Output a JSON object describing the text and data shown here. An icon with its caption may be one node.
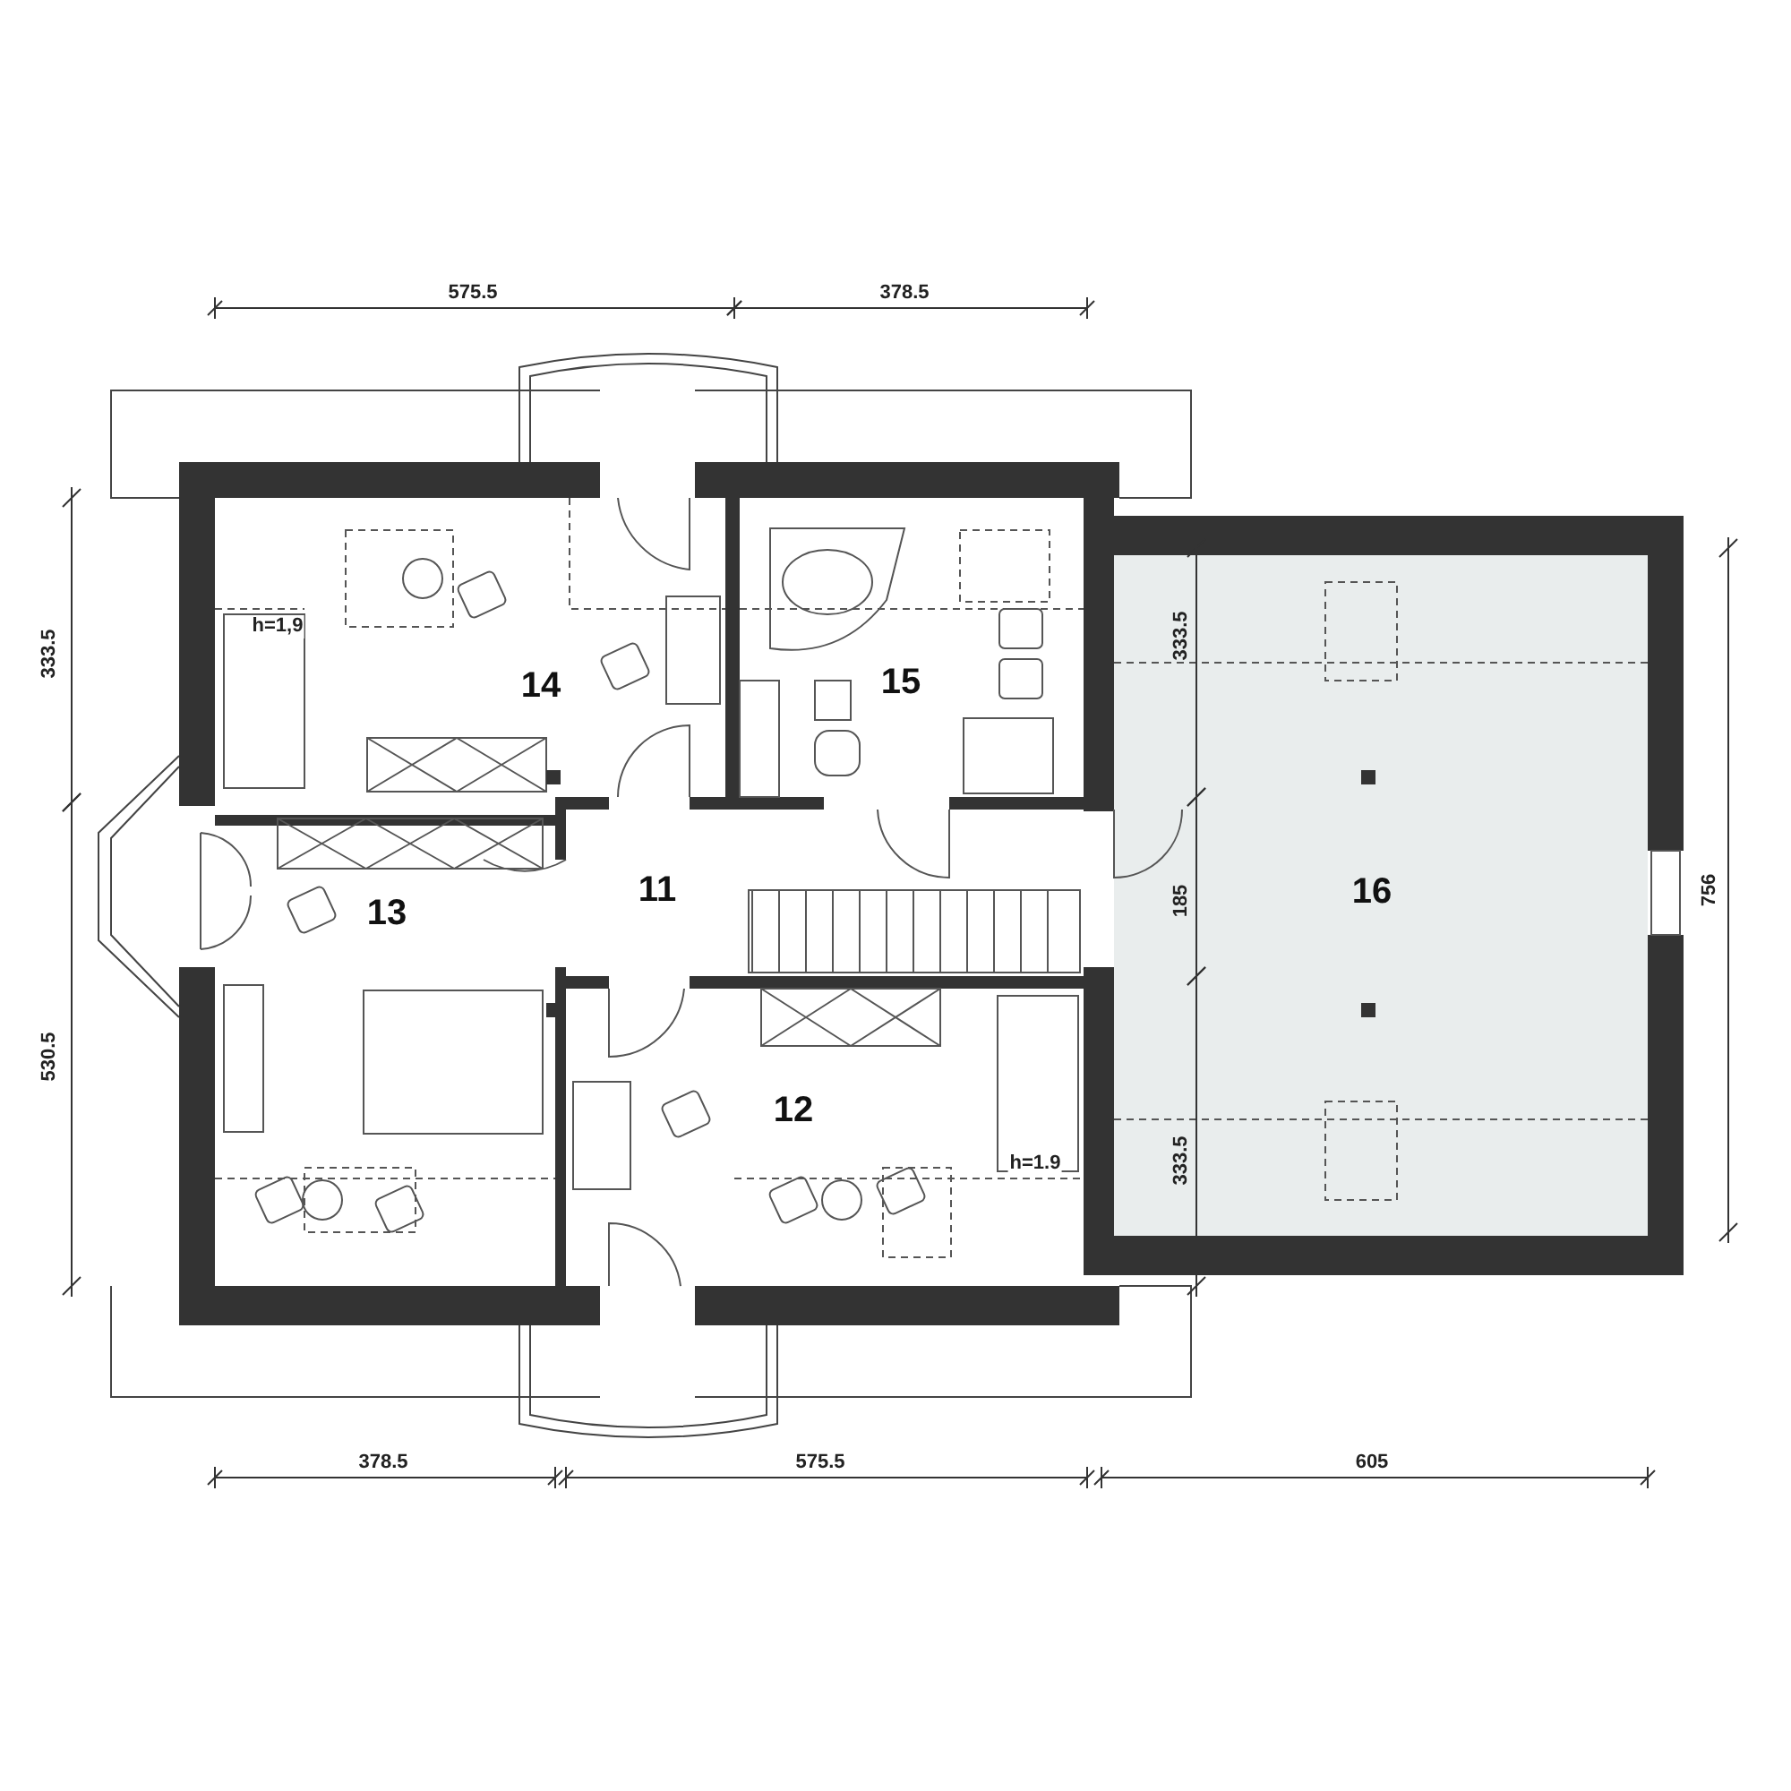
{
  "diagram": {
    "nodes": [
      {
        "text": [
          "14"
        ]
      },
      {
        "text": [
          "15"
        ]
      },
      {
        "text": [
          "13"
        ]
      },
      {
        "text": [
          "11"
        ]
      },
      {
        "text": [
          "12"
        ]
      },
      {
        "text": [
          "16"
        ]
      }
    ],
    "labels": [
      "575.5",
      "378.5",
      "333.5",
      "333.5",
      "h=1,9",
      "185",
      "756",
      "530.5",
      "333.5",
      "h=1.9",
      "378.5",
      "575.5",
      "605"
    ]
  }
}
